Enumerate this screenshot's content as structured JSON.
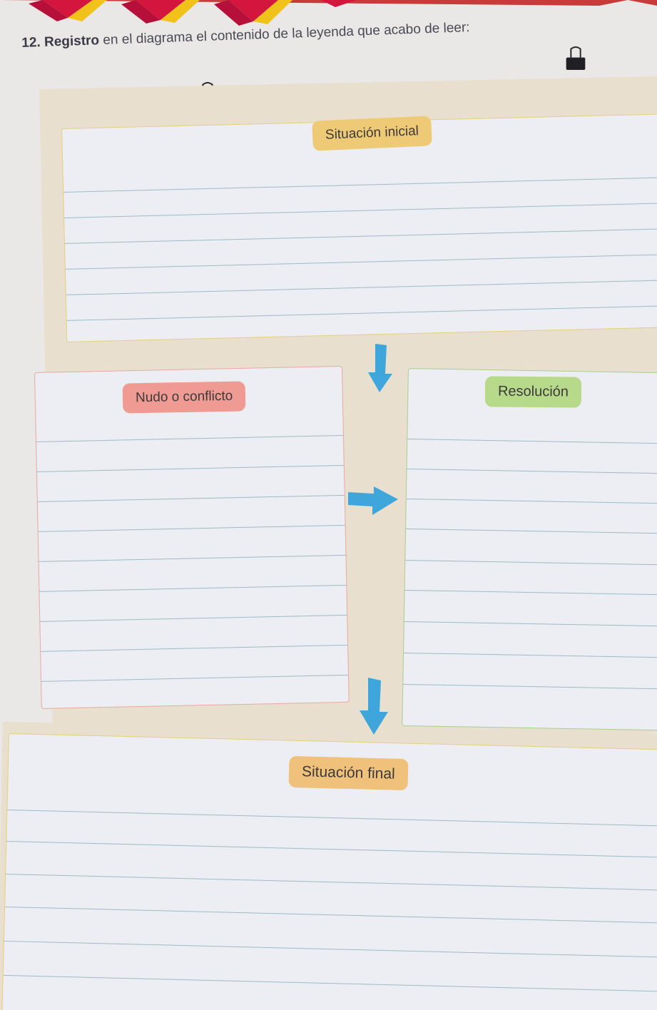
{
  "instruction": {
    "number": "12.",
    "verb": "Registro",
    "text": "en el diagrama el contenido de la leyenda que acabo de leer:"
  },
  "sections": {
    "initial": "Situación inicial",
    "conflict": "Nudo o conflicto",
    "resolution": "Resolución",
    "final": "Situación final"
  },
  "icons": {
    "clip": "binder-clip-icon",
    "arrow": "arrow-icon"
  },
  "colors": {
    "initial_tag": "#eec976",
    "conflict_tag": "#ef9a92",
    "resolution_tag": "#b7d98a",
    "final_tag": "#efc17a",
    "arrow": "#3fa6dc",
    "board": "#e9dfcf"
  }
}
